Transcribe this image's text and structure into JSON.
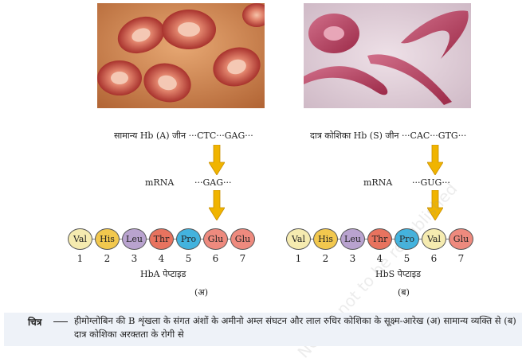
{
  "panel_a": {
    "gene_label": "सामान्य Hb (A) जीन ···CTC···GAG···",
    "mrna_label": "mRNA",
    "mrna_seq": "···GAG···",
    "peptide_label": "HbA पेप्टाइड",
    "panel_tag": "(अ)",
    "residues": [
      "Val",
      "His",
      "Leu",
      "Thr",
      "Pro",
      "Glu",
      "Glu"
    ],
    "numbers": [
      "1",
      "2",
      "3",
      "4",
      "5",
      "6",
      "7"
    ]
  },
  "panel_b": {
    "gene_label": "दात्र कोशिका Hb (S) जीन ···CAC···GTG···",
    "mrna_label": "mRNA",
    "mrna_seq": "···GUG···",
    "peptide_label": "HbS पेप्टाइड",
    "panel_tag": "(ब)",
    "residues": [
      "Val",
      "His",
      "Leu",
      "Thr",
      "Pro",
      "Val",
      "Glu"
    ],
    "numbers": [
      "1",
      "2",
      "3",
      "4",
      "5",
      "6",
      "7"
    ]
  },
  "colors": {
    "Val": "#f5ebb0",
    "His": "#f2c84e",
    "Leu": "#b9a3cf",
    "Thr": "#e8735f",
    "Pro": "#43b3de",
    "Glu": "#ee8a7e",
    "arrow": "#f0b400",
    "caption_bg": "#eef2f8"
  },
  "caption": {
    "title": "चित्र",
    "text": "हीमोग्लोबिन की B शृंखला के संगत अंशों के अमीनो अम्ल संघटन और लाल रुधिर कोशिका के सूक्ष्म-आरेख (अ) सामान्य व्यक्ति से (ब) दात्र कोशिका अरक्तता के रोगी से"
  },
  "watermark": "NCERT not to be republished"
}
